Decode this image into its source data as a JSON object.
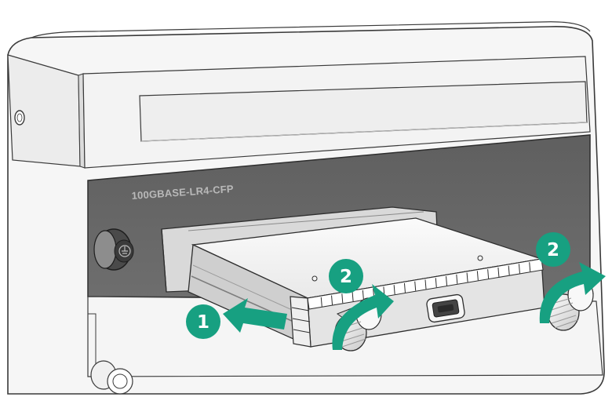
{
  "diagram": {
    "slot_label": "100GBASE-LR4-CFP",
    "steps": [
      {
        "number": "1",
        "action": "insert-module"
      },
      {
        "number": "2",
        "action": "tighten-left-captive-screw"
      },
      {
        "number": "2",
        "action": "tighten-right-captive-screw"
      }
    ],
    "colors": {
      "step_green": "#17a081",
      "chassis_dark": "#666666",
      "chassis_outline": "#3c3c3c",
      "panel_light": "#f4f4f4",
      "module_face": "#e3e3e3"
    }
  }
}
